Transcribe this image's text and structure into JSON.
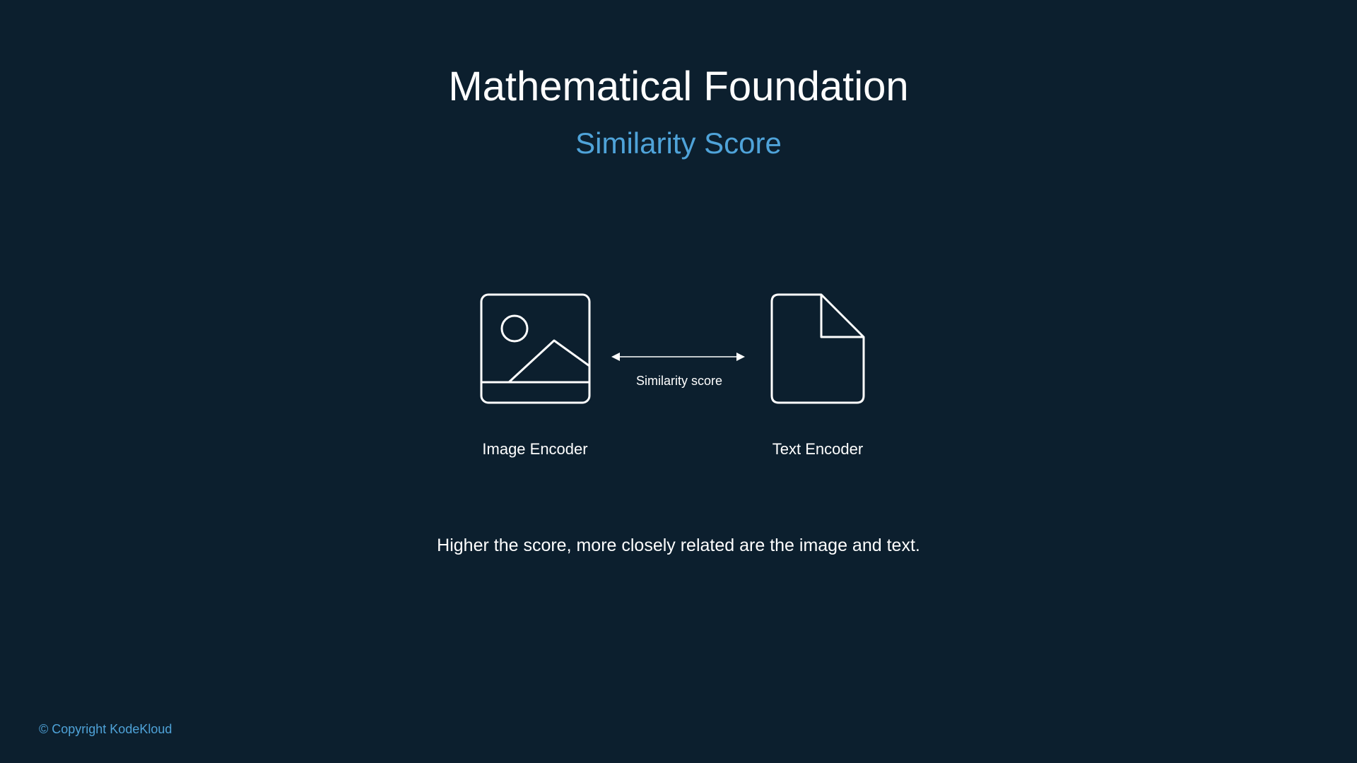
{
  "slide": {
    "title": "Mathematical Foundation",
    "subtitle": "Similarity Score",
    "caption": "Higher the score, more closely related are the image and text.",
    "copyright": "© Copyright KodeKloud"
  },
  "diagram": {
    "nodes": [
      {
        "id": "image",
        "icon": "image-icon",
        "label": "Image Encoder"
      },
      {
        "id": "text",
        "icon": "document-icon",
        "label": "Text Encoder"
      }
    ],
    "edge": {
      "from": "image",
      "to": "text",
      "direction": "bidirectional",
      "label": "Similarity score"
    }
  },
  "colors": {
    "background": "#0c1f2e",
    "text": "#ffffff",
    "accent": "#4fa3d9",
    "copyright": "#4fa3d9"
  }
}
